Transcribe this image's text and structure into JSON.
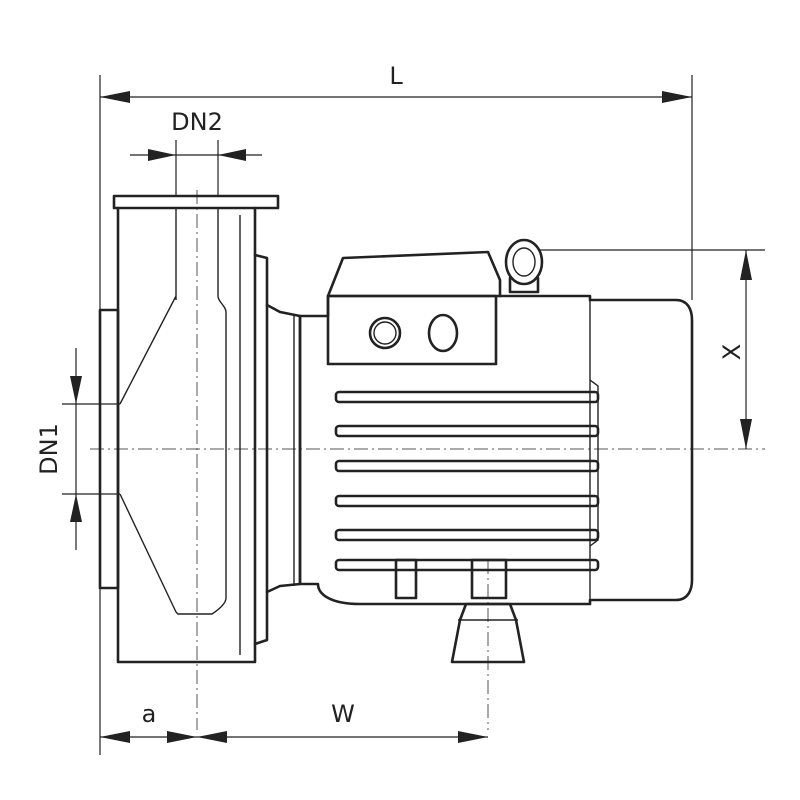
{
  "labels": {
    "length": "L",
    "outlet_diameter": "DN2",
    "inlet_diameter": "DN1",
    "height": "X",
    "inlet_offset": "a",
    "foot_distance": "W"
  },
  "colors": {
    "line": "#222222",
    "background": "#ffffff"
  }
}
